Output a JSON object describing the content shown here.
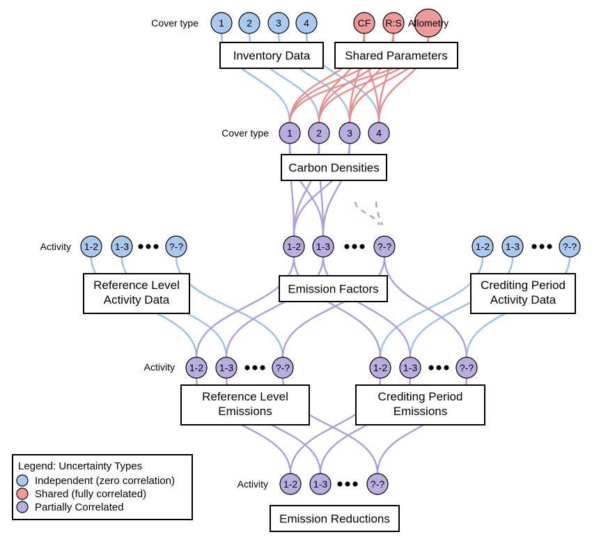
{
  "colors": {
    "independent": "#a9c9ee",
    "shared": "#ee9a9a",
    "partial": "#b8aee0",
    "independent_line": "#9cc0ea",
    "shared_line": "#ea8c8c",
    "partial_line": "#ab9fdb",
    "stroke": "#000000"
  },
  "labels": {
    "cover_type_top": "Cover type",
    "cover_type_mid": "Cover type",
    "activity_left": "Activity",
    "activity_mid": "Activity",
    "activity_bottom": "Activity"
  },
  "nodes": {
    "inventory": [
      "1",
      "2",
      "3",
      "4"
    ],
    "shared": [
      "CF",
      "R:S",
      "Allometry"
    ],
    "carbon": [
      "1",
      "2",
      "3",
      "4"
    ],
    "rl_activity": [
      "1-2",
      "1-3",
      "?-?"
    ],
    "ef": [
      "1-2",
      "1-3",
      "?-?"
    ],
    "cp_activity": [
      "1-2",
      "1-3",
      "?-?"
    ],
    "rl_emissions": [
      "1-2",
      "1-3",
      "?-?"
    ],
    "cp_emissions": [
      "1-2",
      "1-3",
      "?-?"
    ],
    "reductions": [
      "1-2",
      "1-3",
      "?-?"
    ]
  },
  "boxes": {
    "inventory_data": "Inventory Data",
    "shared_parameters": "Shared Parameters",
    "carbon_densities": "Carbon Densities",
    "rl_activity_line1": "Reference Level",
    "rl_activity_line2": "Activity Data",
    "emission_factors": "Emission Factors",
    "cp_activity_line1": "Crediting Period",
    "cp_activity_line2": "Activity Data",
    "rl_emissions_line1": "Reference Level",
    "rl_emissions_line2": "Emissions",
    "cp_emissions_line1": "Crediting Period",
    "cp_emissions_line2": "Emissions",
    "emission_reductions": "Emission Reductions"
  },
  "legend": {
    "title": "Legend: Uncertainty Types",
    "items": [
      {
        "label": "Independent (zero correlation)",
        "type": "independent"
      },
      {
        "label": "Shared (fully correlated)",
        "type": "shared"
      },
      {
        "label": "Partially Correlated",
        "type": "partial"
      }
    ]
  }
}
